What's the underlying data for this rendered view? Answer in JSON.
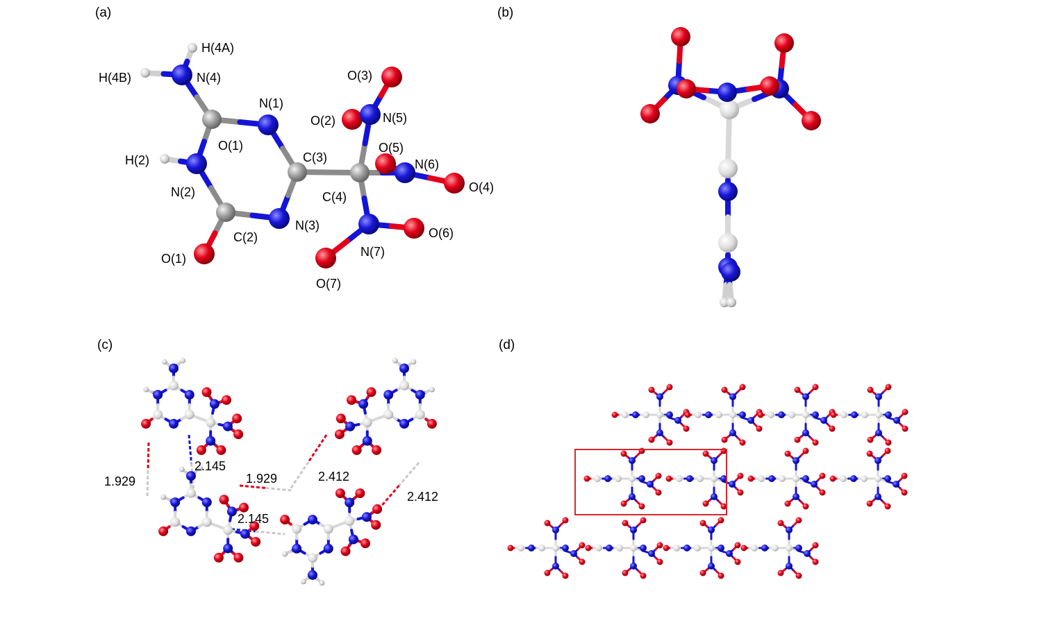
{
  "panels": {
    "a": {
      "label": "(a)"
    },
    "b": {
      "label": "(b)"
    },
    "c": {
      "label": "(c)"
    },
    "d": {
      "label": "(d)"
    }
  },
  "atom_labels": {
    "H4A": "H(4A)",
    "H4B": "H(4B)",
    "N4": "N(4)",
    "N1": "N(1)",
    "O1_ring": "O(1)",
    "H2": "H(2)",
    "N2": "N(2)",
    "C3": "C(3)",
    "C4": "C(4)",
    "C2": "C(2)",
    "N3": "N(3)",
    "O1": "O(1)",
    "O3": "O(3)",
    "O2": "O(2)",
    "N5": "N(5)",
    "O5": "O(5)",
    "N6": "N(6)",
    "O4": "O(4)",
    "N7": "N(7)",
    "O6": "O(6)",
    "O7": "O(7)"
  },
  "hbond_distances": {
    "d1": "1.929",
    "d2": "2.145",
    "d3": "1.929",
    "d4": "2.412",
    "d5": "2.145",
    "d6": "2.412"
  },
  "colors": {
    "carbon": "#8c8c8c",
    "carbon_light": "#d8d8d8",
    "nitrogen": "#1414d6",
    "oxygen": "#e3001b",
    "hydrogen": "#cfcfcf",
    "bond_gray": "#c8c8c8",
    "unit_cell_box": "#d9262b"
  }
}
